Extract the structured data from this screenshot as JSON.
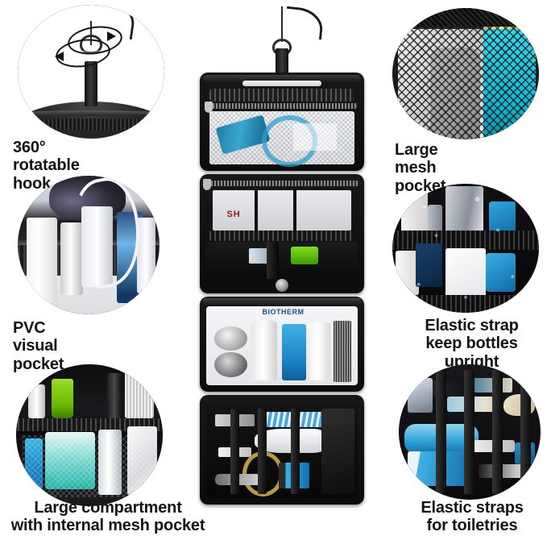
{
  "page": {
    "kind": "product-feature-infographic",
    "product": "hanging travel toiletry bag",
    "background_color": "#ffffff",
    "text_color": "#141414"
  },
  "features": [
    {
      "id": "rotatable-hook",
      "position": "top-left",
      "caption": "360° rotatable hook",
      "image_alt": "close-up of the metal swivel hook and webbing tab on top of the bag with circular rotation arrows",
      "icon": "rotation-arrows-icon"
    },
    {
      "id": "pvc-visual-pocket",
      "position": "middle-left",
      "caption": "PVC visual pocket",
      "image_alt": "clear PVC pocket holding a hair dryer, cord and white cosmetic bottles"
    },
    {
      "id": "large-compartment",
      "position": "bottom-left",
      "caption_line1": "Large compartment",
      "caption_line2": "with internal mesh pocket",
      "caption": "Large compartment\nwith internal mesh pocket",
      "image_alt": "deep compartment with an internal black mesh pocket holding bottles and a green tube"
    },
    {
      "id": "large-mesh-pocket",
      "position": "top-right",
      "caption": "Large mesh pocket",
      "image_alt": "close-up of the black mesh zip pocket with white and cyan toiletry items behind it"
    },
    {
      "id": "elastic-strap",
      "position": "middle-right",
      "caption_line1": "Elastic strap",
      "caption_line2": "keep bottles upright",
      "caption": "Elastic strap\nkeep bottles upright",
      "image_alt": "elastic straps holding silver and blue bottles upright with water droplets"
    },
    {
      "id": "elastic-straps-toiletries",
      "position": "bottom-right",
      "caption_line1": "Elastic straps",
      "caption_line2": "for toiletries",
      "caption": "Elastic straps\nfor toiletries",
      "image_alt": "row of elastic loops securing a razor, brushes, toothpaste and a blue bottle"
    }
  ],
  "product_image": {
    "alt": "black hanging toiletry bag shown fully unfolded into four stacked compartments with a swivel hook at the top",
    "panels": [
      {
        "id": "panel-mesh-zip",
        "label": "zippered mesh window pocket with carry handle"
      },
      {
        "id": "panel-elastic-shelf",
        "label": "shelf compartment with elastic strap and snap closure"
      },
      {
        "id": "panel-clear-pocket",
        "label": "clear compartment with full-size bottles"
      },
      {
        "id": "panel-large-loops",
        "label": "large compartment with elastic tool loops and mesh divider"
      }
    ],
    "brand_text_panel2": "SH",
    "brand_text_panel3": "BIOTHERM"
  }
}
